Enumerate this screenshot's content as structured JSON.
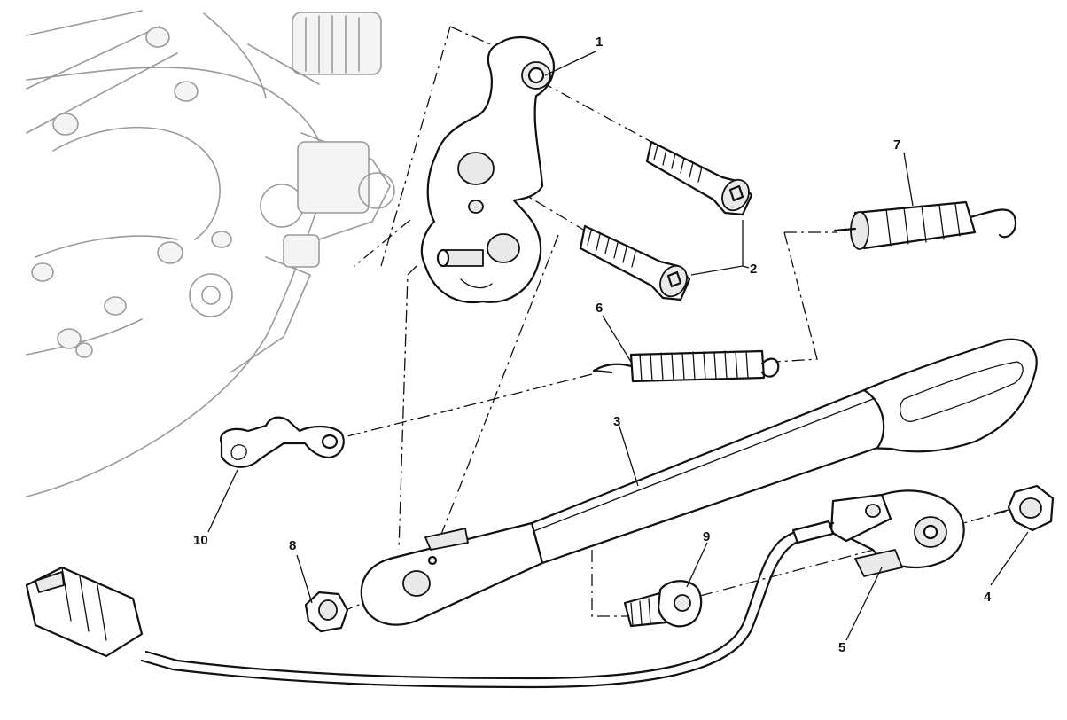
{
  "callouts": {
    "c1": "1",
    "c2": "2",
    "c3": "3",
    "c4": "4",
    "c5": "5",
    "c6": "6",
    "c7": "7",
    "c8": "8",
    "c9": "9",
    "c10": "10"
  },
  "colors": {
    "ink": "#111111",
    "ghost": "#9a9a9a",
    "background": "#ffffff"
  }
}
